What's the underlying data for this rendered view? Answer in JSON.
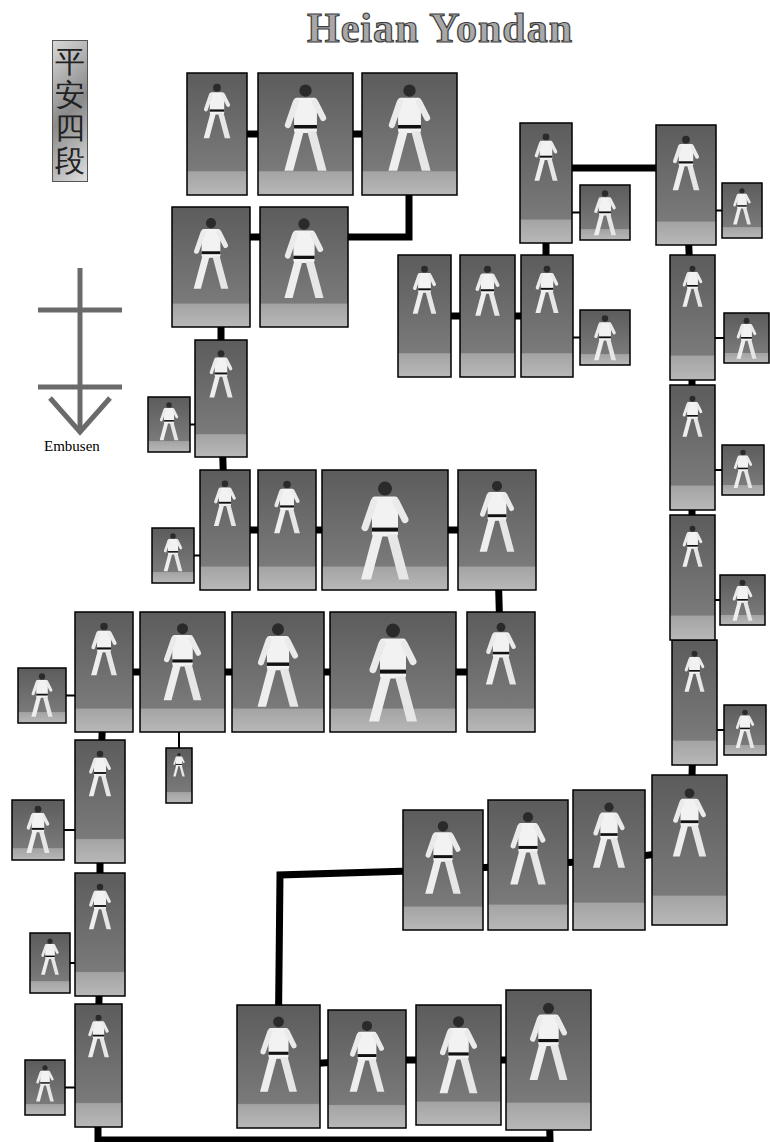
{
  "diagram": {
    "title": "Heian Yondan",
    "labels": [
      "平安四段",
      "Embusen"
    ]
  }
}
